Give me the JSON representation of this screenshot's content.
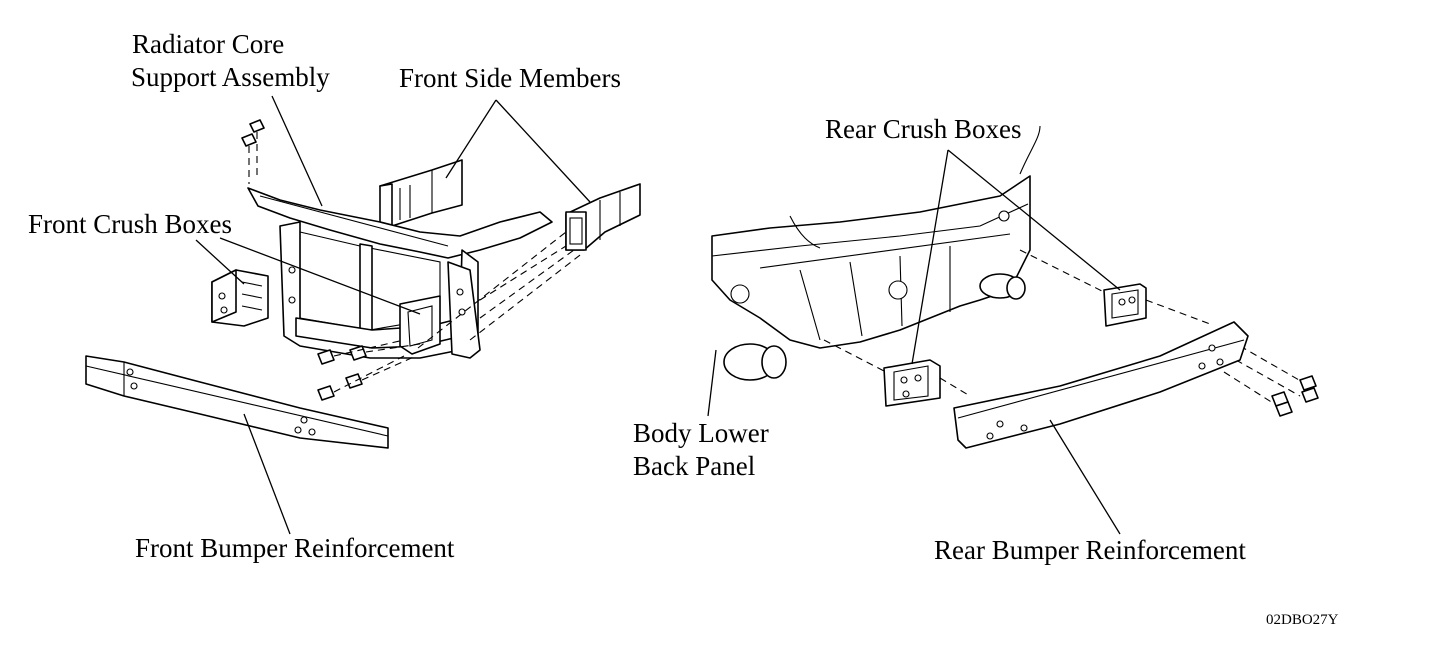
{
  "labels": {
    "radiator_core_line1": "Radiator Core",
    "radiator_core_line2": "Support Assembly",
    "front_side_members": "Front Side Members",
    "front_crush_boxes": "Front Crush Boxes",
    "front_bumper_reinforcement": "Front Bumper Reinforcement",
    "rear_crush_boxes": "Rear Crush Boxes",
    "body_lower_line1": "Body Lower",
    "body_lower_line2": "Back Panel",
    "rear_bumper_reinforcement": "Rear Bumper Reinforcement"
  },
  "figure_code": "02DBO27Y"
}
